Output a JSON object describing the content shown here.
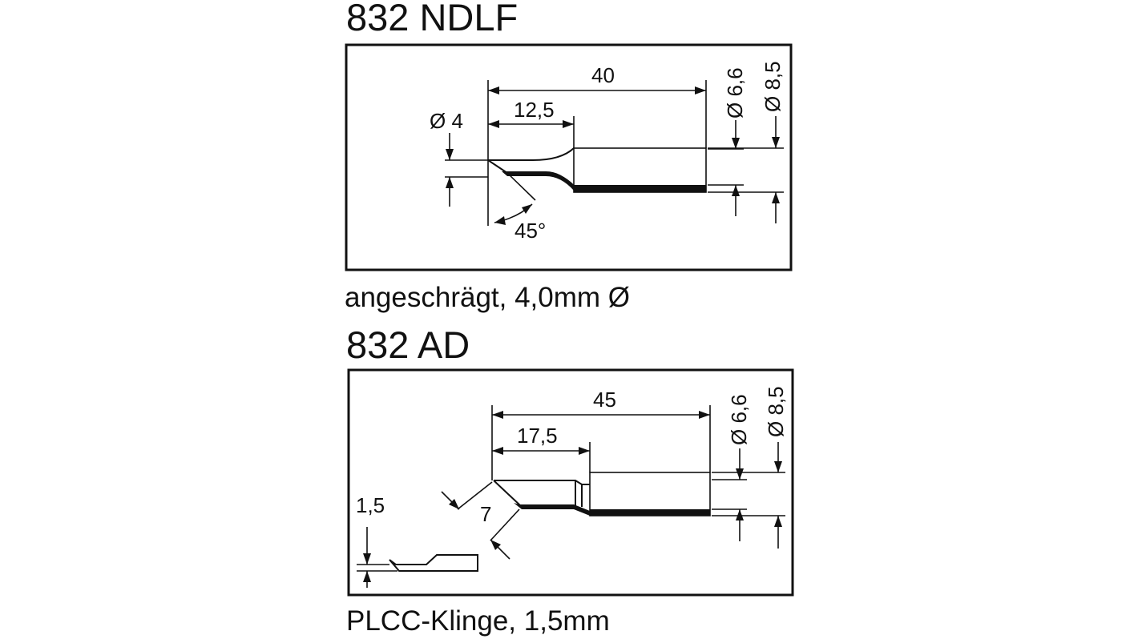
{
  "figure_a": {
    "title": "832 NDLF",
    "caption": "angeschrägt, 4,0mm Ø",
    "dims": {
      "total_length": "40",
      "tip_length": "12,5",
      "tip_diameter": "Ø 4",
      "inner_diameter": "Ø 6,6",
      "outer_diameter": "Ø 8,5",
      "angle": "45°"
    }
  },
  "figure_b": {
    "title": "832 AD",
    "caption": "PLCC-Klinge,  1,5mm",
    "dims": {
      "total_length": "45",
      "tip_length": "17,5",
      "blade_width": "7",
      "blade_thickness": "1,5",
      "inner_diameter": "Ø 6,6",
      "outer_diameter": "Ø 8,5"
    }
  }
}
